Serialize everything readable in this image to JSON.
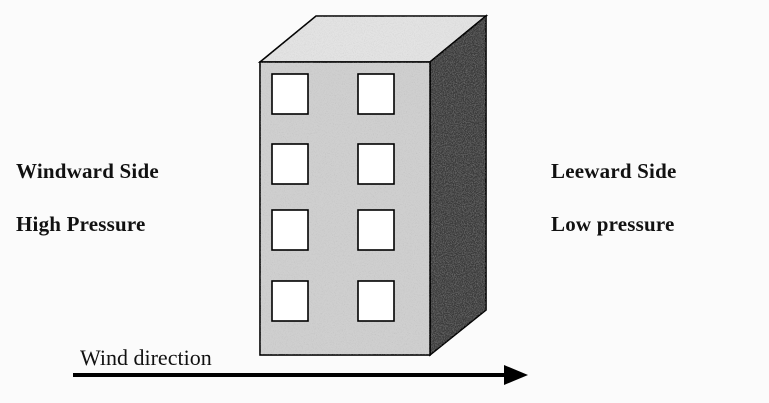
{
  "diagram": {
    "windward": {
      "title": "Windward Side",
      "pressure": "High Pressure"
    },
    "leeward": {
      "title": "Leeward Side",
      "pressure": "Low pressure"
    },
    "wind": {
      "label": "Wind direction"
    },
    "building": {
      "window_rows": 4,
      "window_columns": 2
    },
    "colors": {
      "front_face": "#cfcfcf",
      "top_face": "#e3e3e3",
      "side_face": "#3d3d3d",
      "outline": "#000000"
    }
  }
}
